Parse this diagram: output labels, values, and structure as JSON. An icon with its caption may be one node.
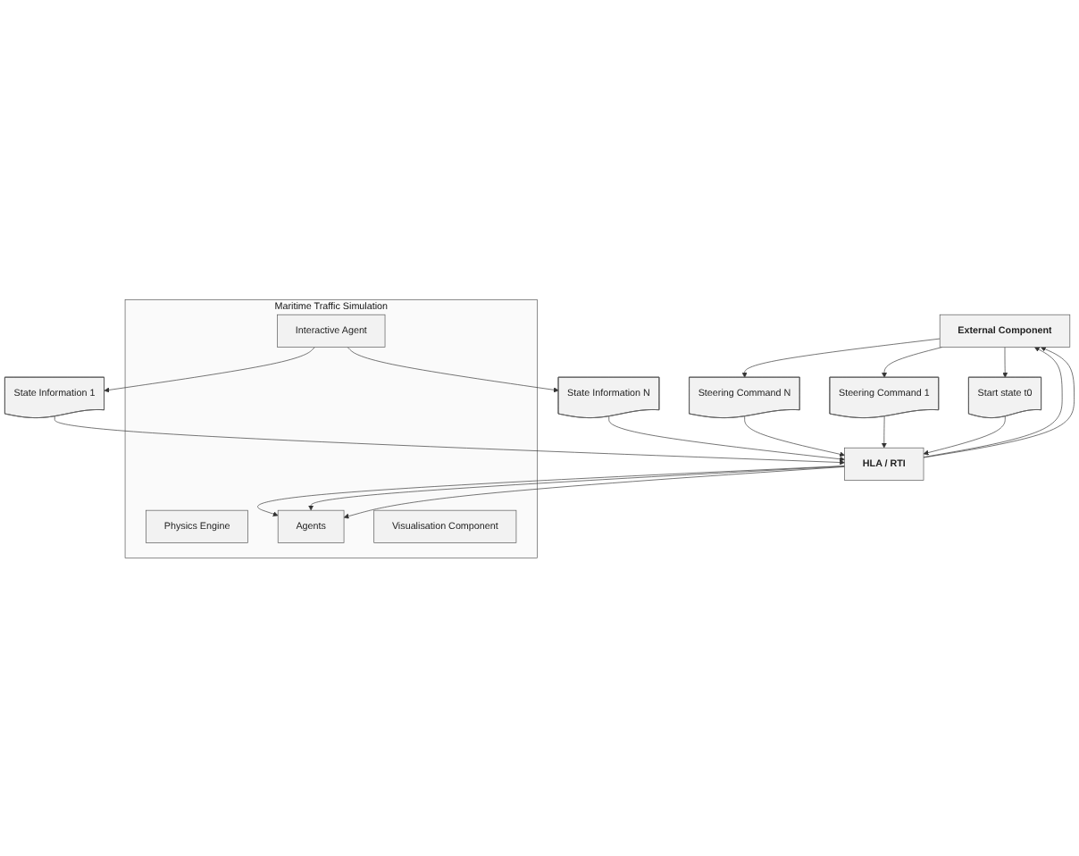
{
  "diagram": {
    "nodes": [
      {
        "text": [
          "External Component"
        ]
      },
      {
        "text": [
          "Start state t0"
        ]
      },
      {
        "text": [
          "Steering Command 1"
        ]
      },
      {
        "text": [
          "Steering Command N"
        ]
      },
      {
        "text": [
          "HLA / RTI"
        ]
      },
      {
        "text": [
          "State Information 1"
        ]
      },
      {
        "text": [
          "State Information N"
        ]
      },
      {
        "text": [
          "Maritime Traffic Simulation"
        ]
      },
      {
        "text": [
          "Physics Engine"
        ],
        "in": 7
      },
      {
        "text": [
          "Agents"
        ],
        "in": 7
      },
      {
        "text": [
          "Visualisation Component"
        ],
        "in": 7
      },
      {
        "text": [
          "Interactive Agent"
        ],
        "in": 7
      }
    ],
    "edges": [
      {
        "from": 0,
        "to": 3,
        "arrow": "to"
      },
      {
        "from": 0,
        "to": 2,
        "arrow": "to"
      },
      {
        "from": 0,
        "to": 1,
        "arrow": "to"
      },
      {
        "from": 1,
        "to": 4,
        "arrow": "to"
      },
      {
        "from": 2,
        "to": 4,
        "arrow": "to"
      },
      {
        "from": 3,
        "to": 4,
        "arrow": "to"
      },
      {
        "from": 4,
        "to": 0,
        "arrow": "to"
      },
      {
        "from": 4,
        "to": 0,
        "arrow": "to"
      },
      {
        "from": 4,
        "to": 9,
        "arrow": "to"
      },
      {
        "from": 4,
        "to": 9,
        "arrow": "to"
      },
      {
        "from": 4,
        "to": 9,
        "arrow": "to"
      },
      {
        "from": 5,
        "to": 4,
        "arrow": "to"
      },
      {
        "from": 6,
        "to": 4,
        "arrow": "to"
      },
      {
        "from": 11,
        "to": 5,
        "arrow": "to"
      },
      {
        "from": 11,
        "to": 6,
        "arrow": "to"
      }
    ]
  }
}
